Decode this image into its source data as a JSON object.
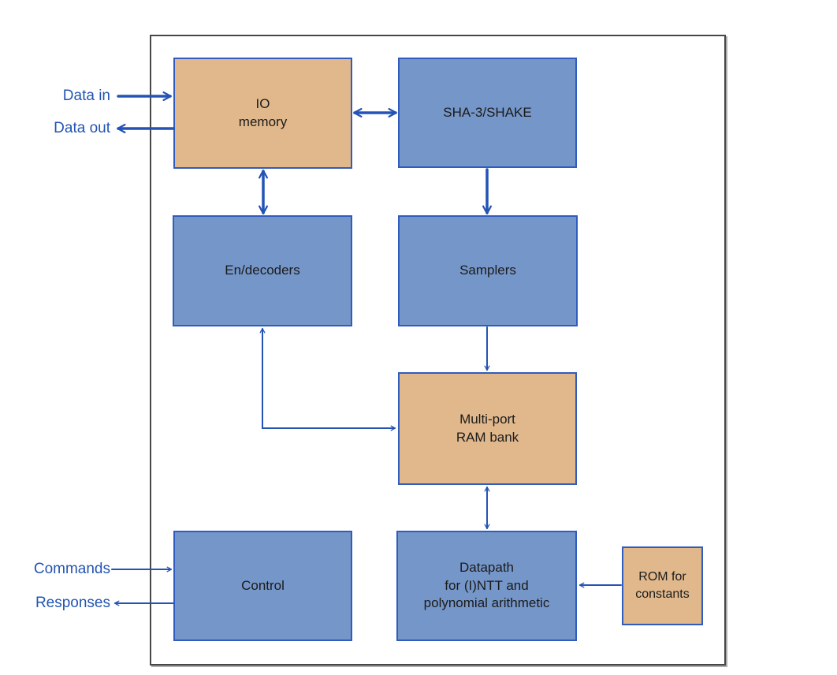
{
  "diagram": {
    "kind": "hardware-block-diagram",
    "colors": {
      "memory_block_fill": "#e0b88c",
      "logic_block_fill": "#7596c8",
      "block_border": "#2f5cbe",
      "arrow": "#2353b5",
      "edge_label_text": "#2355b2",
      "block_text": "#1b1b1b",
      "chip_boundary": "#474747",
      "background": "#ffffff"
    }
  },
  "blocks": {
    "io_memory": {
      "label": "IO\nmemory",
      "style": "memory"
    },
    "sha3_shake": {
      "label": "SHA-3/SHAKE",
      "style": "logic"
    },
    "en_decoders": {
      "label": "En/decoders",
      "style": "logic"
    },
    "samplers": {
      "label": "Samplers",
      "style": "logic"
    },
    "ram_bank": {
      "label": "Multi-port\nRAM bank",
      "style": "memory"
    },
    "control": {
      "label": "Control",
      "style": "logic"
    },
    "datapath": {
      "label": "Datapath\nfor (I)NTT and\npolynomial arithmetic",
      "style": "logic"
    },
    "rom_constants": {
      "label": "ROM for\nconstants",
      "style": "memory"
    }
  },
  "edge_labels": {
    "data_in": "Data in",
    "data_out": "Data out",
    "commands": "Commands",
    "responses": "Responses"
  },
  "connections": [
    {
      "from": "external",
      "to": "io_memory",
      "label": "Data in",
      "direction": "unidirectional",
      "weight": "thick"
    },
    {
      "from": "io_memory",
      "to": "external",
      "label": "Data out",
      "direction": "unidirectional",
      "weight": "thick"
    },
    {
      "from": "io_memory",
      "to": "sha3_shake",
      "label": "",
      "direction": "bidirectional",
      "weight": "thick"
    },
    {
      "from": "io_memory",
      "to": "en_decoders",
      "label": "",
      "direction": "bidirectional",
      "weight": "thick"
    },
    {
      "from": "sha3_shake",
      "to": "samplers",
      "label": "",
      "direction": "unidirectional",
      "weight": "thick"
    },
    {
      "from": "samplers",
      "to": "ram_bank",
      "label": "",
      "direction": "unidirectional",
      "weight": "thin"
    },
    {
      "from": "en_decoders",
      "to": "ram_bank",
      "label": "",
      "direction": "bidirectional",
      "weight": "thin"
    },
    {
      "from": "ram_bank",
      "to": "datapath",
      "label": "",
      "direction": "bidirectional",
      "weight": "thin"
    },
    {
      "from": "rom_constants",
      "to": "datapath",
      "label": "",
      "direction": "unidirectional",
      "weight": "thin"
    },
    {
      "from": "external",
      "to": "control",
      "label": "Commands",
      "direction": "unidirectional",
      "weight": "thin"
    },
    {
      "from": "control",
      "to": "external",
      "label": "Responses",
      "direction": "unidirectional",
      "weight": "thin"
    }
  ]
}
